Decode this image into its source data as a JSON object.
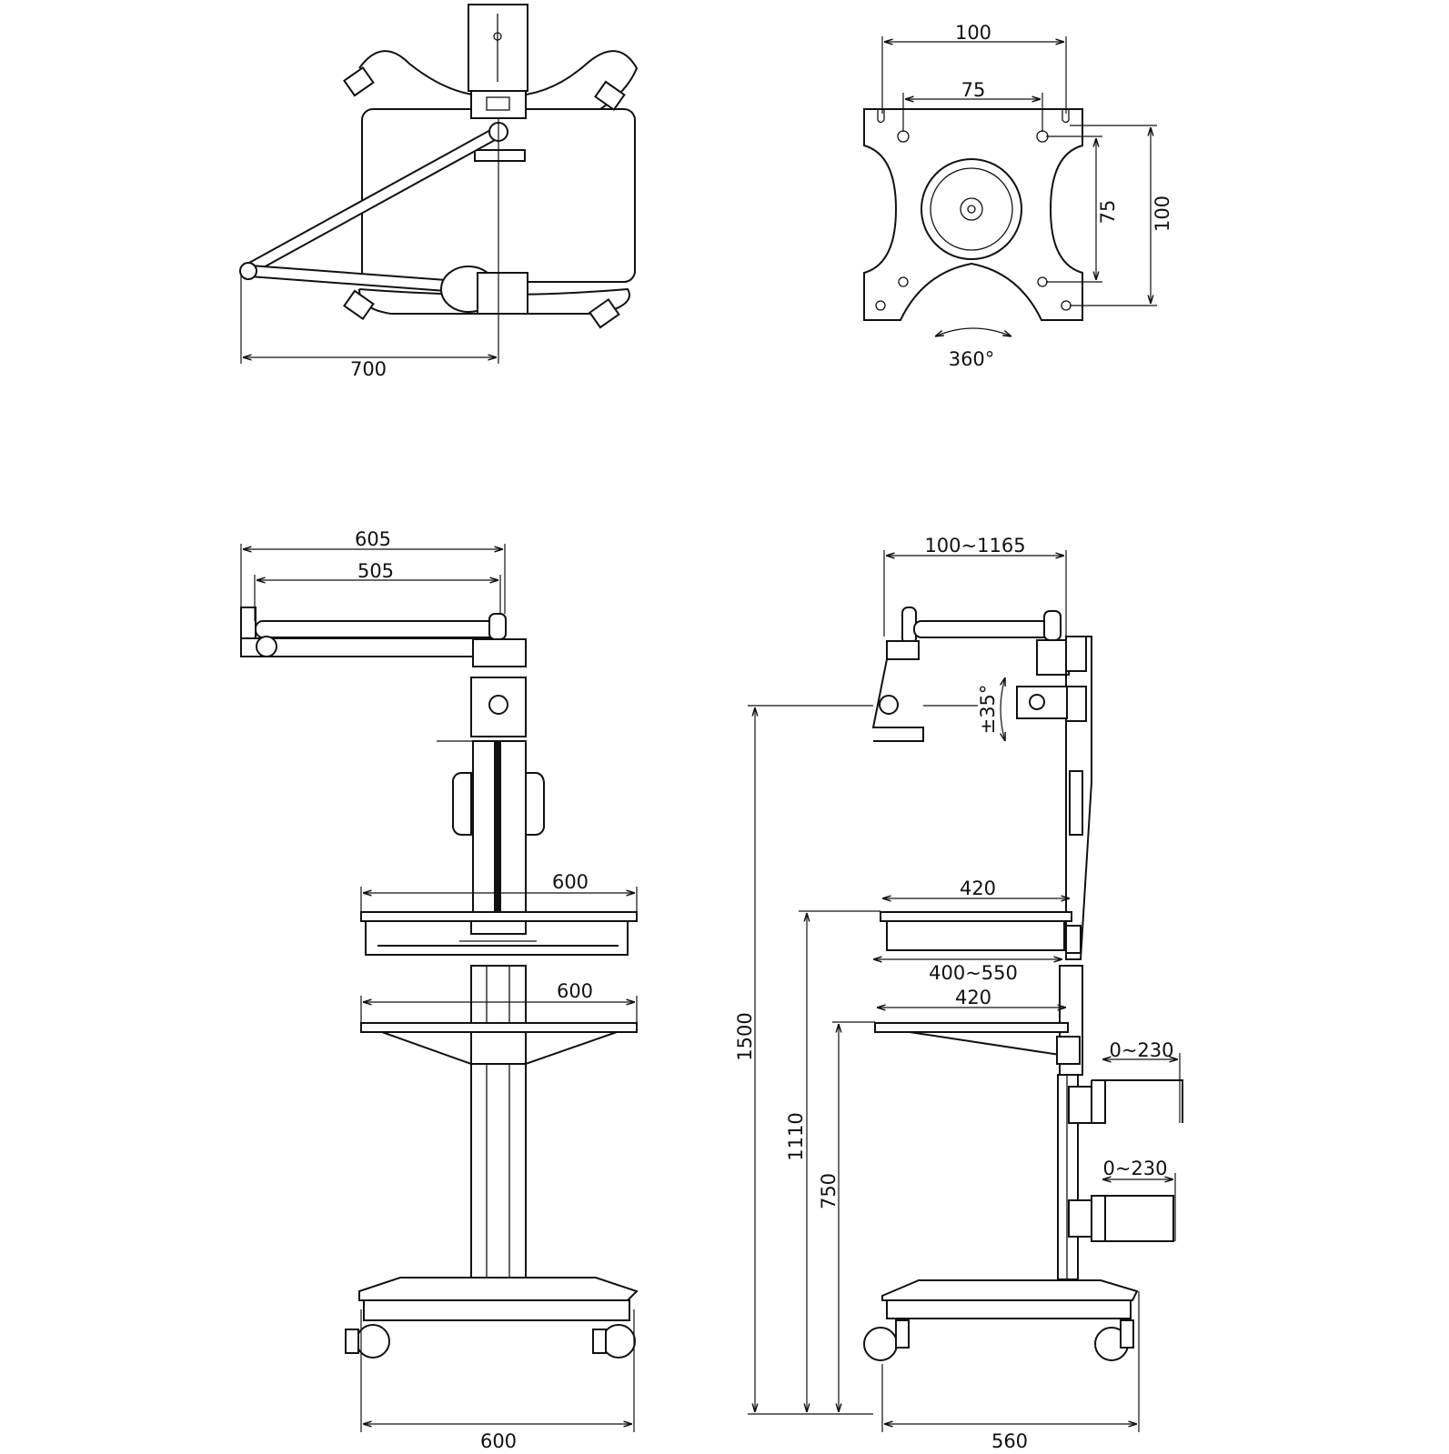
{
  "title": "Mobile medical cart with articulating monitor arm - dimension drawing",
  "views": {
    "top_view": {
      "width_label": "700"
    },
    "vesa_plate": {
      "outer_h": "100",
      "inner_h": "75",
      "inner_v": "75",
      "outer_v": "100",
      "rotation": "360°"
    },
    "front_view": {
      "arm_outer": "605",
      "arm_inner": "505",
      "upper_shelf": "600",
      "lower_shelf": "600",
      "base_width": "600"
    },
    "side_view": {
      "arm_reach": "100~1165",
      "tilt": "±35°",
      "upper_shelf_depth": "420",
      "keyboard_tray": "400~550",
      "lower_shelf_depth": "420",
      "holder_1": "0~230",
      "holder_2": "0~230",
      "total_height": "1500",
      "upper_shelf_height": "1110",
      "lower_shelf_height": "750",
      "base_depth": "560"
    }
  }
}
